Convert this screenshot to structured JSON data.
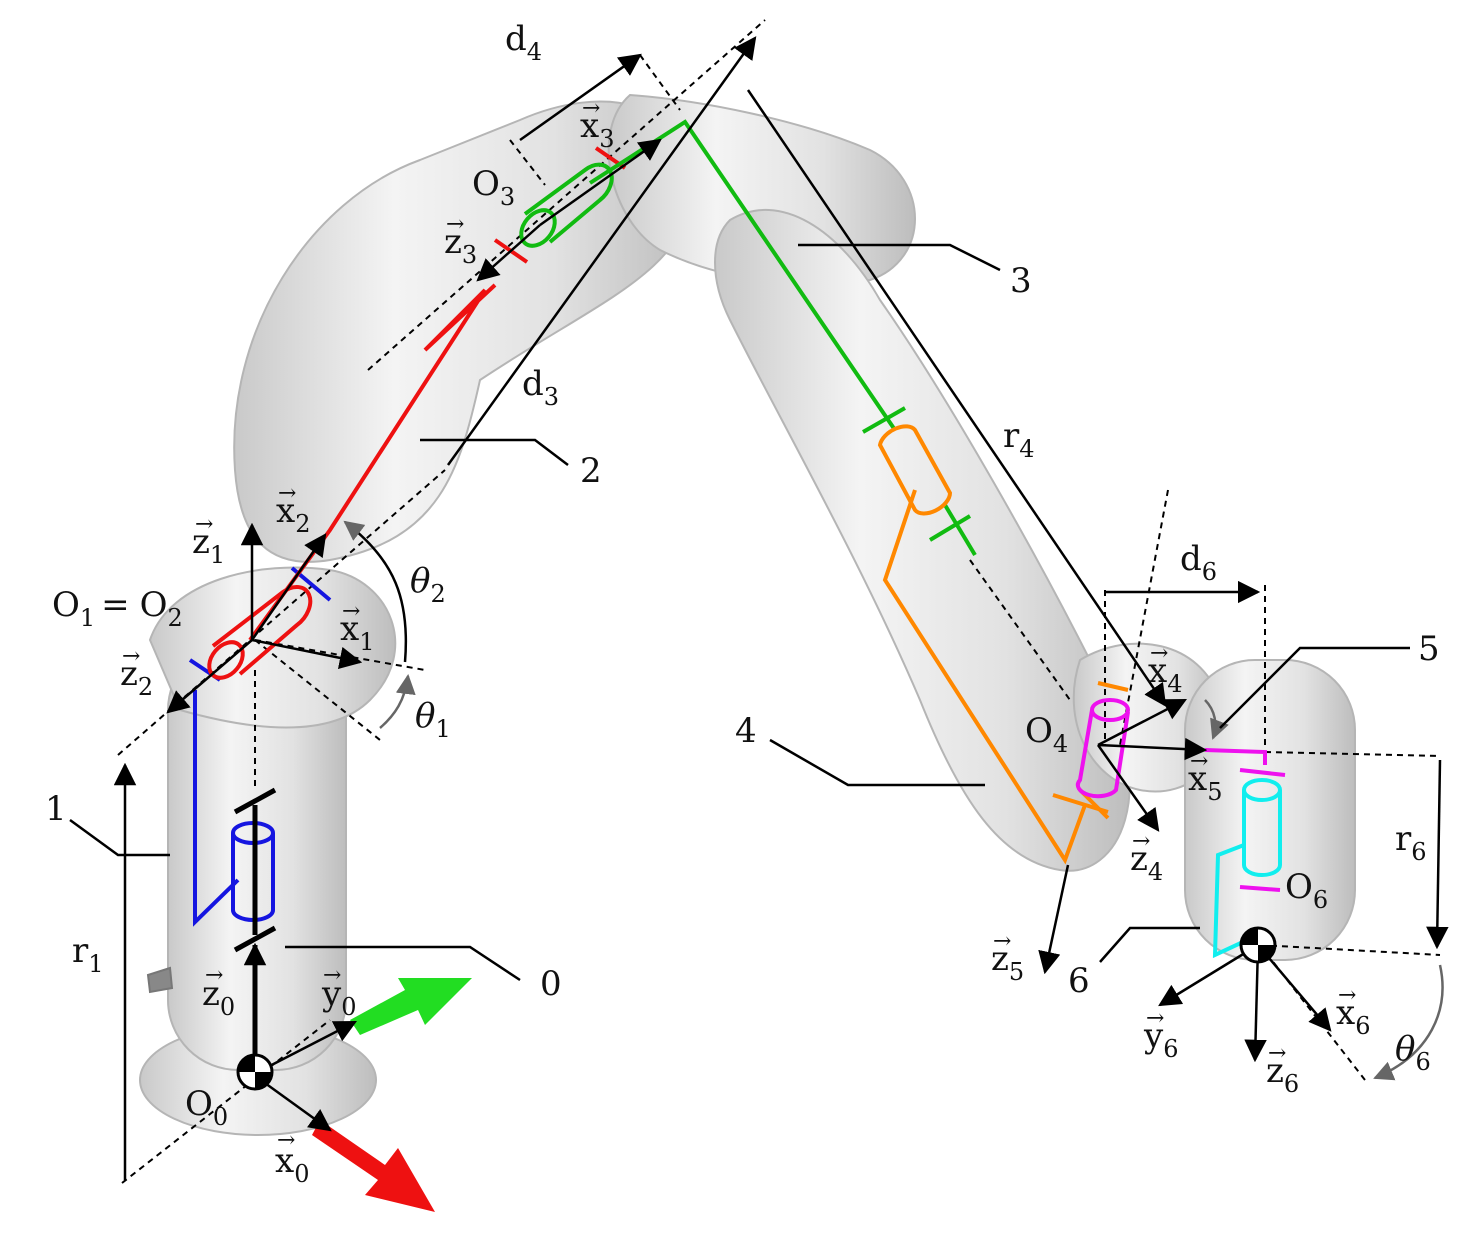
{
  "labels": {
    "O0": {
      "main": "O",
      "sub": "0"
    },
    "O1": {
      "main": "O",
      "sub": "1"
    },
    "eq": "=",
    "O2": {
      "main": "O",
      "sub": "2"
    },
    "O3": {
      "main": "O",
      "sub": "3"
    },
    "O4": {
      "main": "O",
      "sub": "4"
    },
    "O6": {
      "main": "O",
      "sub": "6"
    },
    "x0": {
      "main": "x",
      "sub": "0"
    },
    "y0": {
      "main": "y",
      "sub": "0"
    },
    "z0": {
      "main": "z",
      "sub": "0"
    },
    "z1": {
      "main": "z",
      "sub": "1"
    },
    "x1": {
      "main": "x",
      "sub": "1"
    },
    "x2": {
      "main": "x",
      "sub": "2"
    },
    "z2": {
      "main": "z",
      "sub": "2"
    },
    "x3": {
      "main": "x",
      "sub": "3"
    },
    "z3": {
      "main": "z",
      "sub": "3"
    },
    "x4": {
      "main": "x",
      "sub": "4"
    },
    "z4": {
      "main": "z",
      "sub": "4"
    },
    "x5": {
      "main": "x",
      "sub": "5"
    },
    "z5": {
      "main": "z",
      "sub": "5"
    },
    "x6": {
      "main": "x",
      "sub": "6"
    },
    "y6": {
      "main": "y",
      "sub": "6"
    },
    "z6": {
      "main": "z",
      "sub": "6"
    },
    "theta1": {
      "main": "θ",
      "sub": "1"
    },
    "theta2": {
      "main": "θ",
      "sub": "2"
    },
    "theta6": {
      "main": "θ",
      "sub": "6"
    },
    "d3": {
      "main": "d",
      "sub": "3"
    },
    "d4": {
      "main": "d",
      "sub": "4"
    },
    "d6": {
      "main": "d",
      "sub": "6"
    },
    "r1": {
      "main": "r",
      "sub": "1"
    },
    "r4": {
      "main": "r",
      "sub": "4"
    },
    "r6": {
      "main": "r",
      "sub": "6"
    },
    "link0": "0",
    "link1": "1",
    "link2": "2",
    "link3": "3",
    "link4": "4",
    "link5": "5",
    "link6": "6"
  },
  "colors": {
    "joint1": "#1515e0",
    "joint2": "#ee1111",
    "joint3": "#11bb11",
    "joint4": "#ff8800",
    "joint5": "#ee11ee",
    "joint6": "#11eeee",
    "robot_body": "#e6e6e6",
    "axis_x0": "#ee1111",
    "axis_y0": "#22dd22"
  }
}
